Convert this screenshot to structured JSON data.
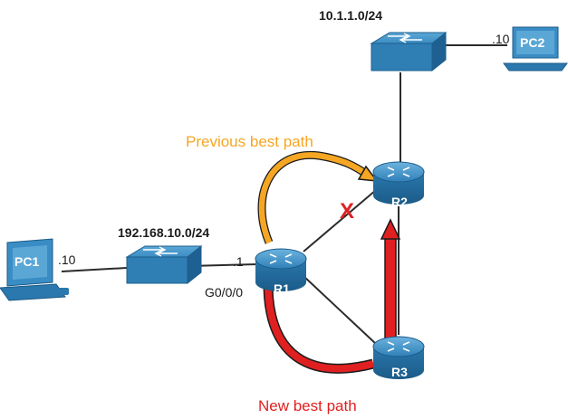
{
  "networks": {
    "lan1": "192.168.10.0/24",
    "lan2": "10.1.1.0/24"
  },
  "hosts": {
    "pc1": {
      "label": "PC1",
      "addr": ".10"
    },
    "pc2": {
      "label": "PC2",
      "addr": ".10"
    }
  },
  "routers": {
    "r1": "R1",
    "r2": "R2",
    "r3": "R3"
  },
  "r1_if": {
    "addr": ".1",
    "port": "G0/0/0"
  },
  "paths": {
    "previous": {
      "label": "Previous best path",
      "color": "#f5a623"
    },
    "new": {
      "label": "New best path",
      "color": "#e02020"
    }
  },
  "failure_mark": "X",
  "colors": {
    "device": "#2e7fb5",
    "device_light": "#5aa7d6",
    "link": "#2b2b2b"
  }
}
